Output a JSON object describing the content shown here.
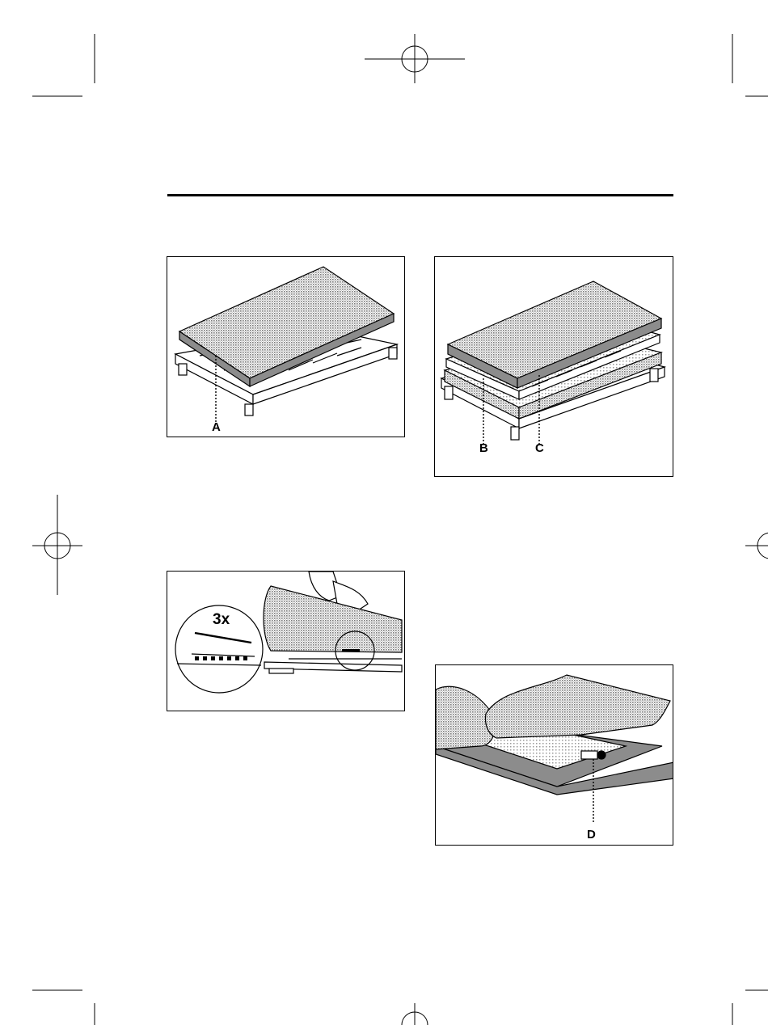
{
  "colors": {
    "line": "#000000",
    "dot_fill": "#a8a8a8",
    "dark_fill": "#8c8c8c",
    "background": "#ffffff"
  },
  "figures": {
    "fig1": {
      "callouts": {
        "a": "A"
      }
    },
    "fig2": {
      "callouts": {
        "b": "B",
        "c": "C"
      }
    },
    "fig3": {
      "magnification": "3x"
    },
    "fig4": {
      "callouts": {
        "d": "D"
      }
    }
  }
}
